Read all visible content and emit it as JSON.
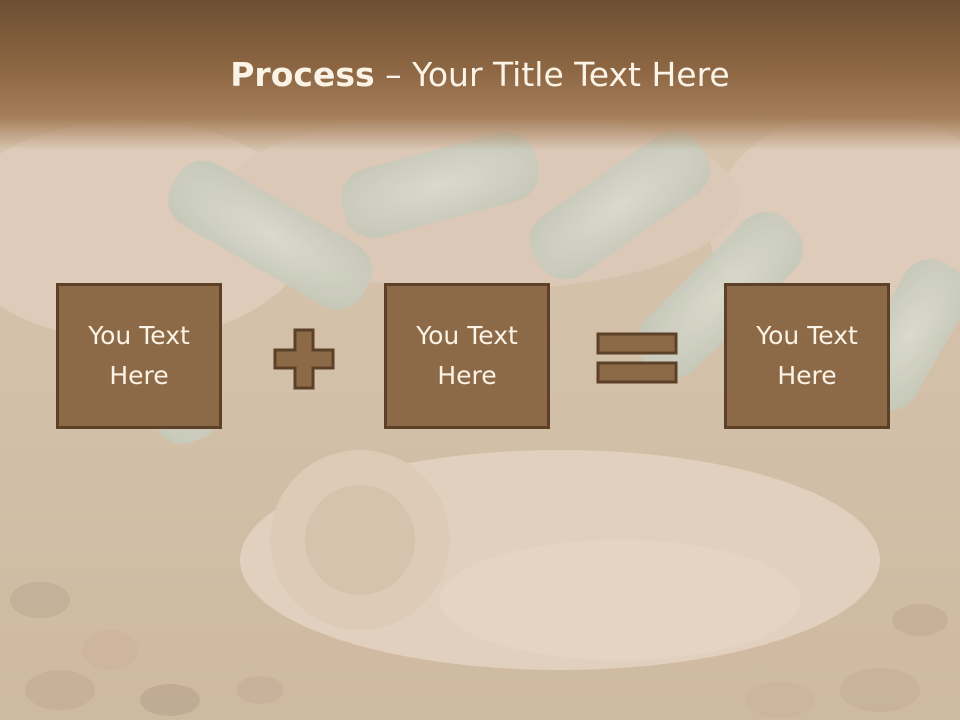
{
  "slide": {
    "title_bold": "Process",
    "title_rest": " – Your Title Text Here",
    "boxes": [
      {
        "line1": "You Text",
        "line2": "Here"
      },
      {
        "line1": "You Text",
        "line2": "Here"
      },
      {
        "line1": "You Text",
        "line2": "Here"
      }
    ],
    "operators": [
      "plus-icon",
      "equals-icon"
    ],
    "colors": {
      "box_fill": "#8c6a48",
      "box_border": "#5c4128",
      "text": "#fbf3e6",
      "title_band": "#7a5a3a"
    }
  }
}
